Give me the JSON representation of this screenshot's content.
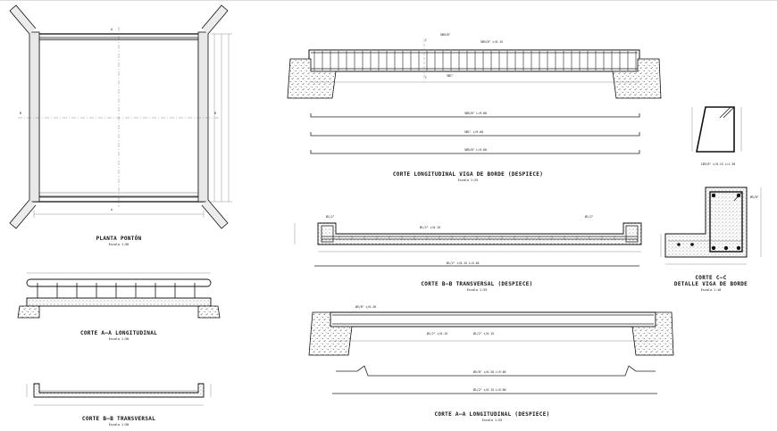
{
  "sheet": {
    "colors": {
      "ink": "#111111",
      "thin": "#666666",
      "paper": "#ffffff"
    }
  },
  "views": {
    "planta": {
      "title": "PLANTA PONTÓN",
      "scale": "Escala 1:50",
      "section_mark_a": "A",
      "section_mark_b": "B"
    },
    "corte_aa_small": {
      "title": "CORTE A–A LONGITUDINAL",
      "scale": "Escala 1:50"
    },
    "corte_bb_small": {
      "title": "CORTE B–B TRANSVERSAL",
      "scale": "Escala 1:50"
    },
    "viga_borde": {
      "title": "CORTE LONGITUDINAL VIGA DE BORDE (DESPIECE)",
      "scale": "Escala 1:25",
      "section_mark": "C",
      "bar_top_left": "5Ø5/8\"",
      "bar_top_right": "5Ø3/8\" c/0.15",
      "bar_bottom": "5Ø1\"",
      "bar1": "5Ø5/8\" L=9.60",
      "bar2": "5Ø1\" L=9.60",
      "bar3": "5Ø5/8\" L=9.60"
    },
    "corte_bb_large": {
      "title": "CORTE B–B TRANSVERSAL (DESPIECE)",
      "scale": "Escala 1:25",
      "bar_left": "Ø1/2\"",
      "bar_mid": "Ø1/2\" c/0.15",
      "bar_right": "Ø1/2\"",
      "bar_bottom": "Ø1/2\" c/0.15  L=5.40"
    },
    "corte_aa_large": {
      "title": "CORTE A–A LONGITUDINAL (DESPIECE)",
      "scale": "Escala 1:25",
      "bar_top": "Ø5/8\" c/0.20",
      "bar_mid": "Ø1/2\" c/0.15",
      "bar_right": "Ø1/2\" c/0.15",
      "bar1": "Ø5/8\" c/0.20  L=9.60",
      "bar2": "Ø1/2\" c/0.15  L=9.60"
    },
    "stirrup": {
      "label": "1Ø3/8\" c/0.15  L=1.30"
    },
    "corte_cc": {
      "title": "CORTE C–C",
      "subtitle": "DETALLE VIGA DE BORDE",
      "scale": "Escala 1:10",
      "bar_label": "Ø5/8\""
    }
  }
}
